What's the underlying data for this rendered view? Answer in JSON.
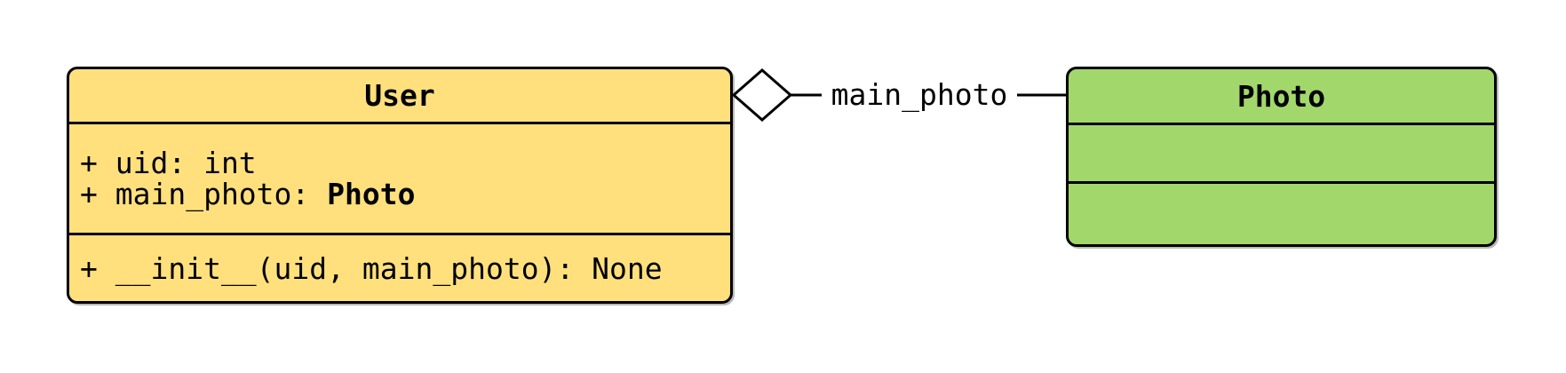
{
  "diagram": {
    "type": "uml-class-diagram",
    "background": "#ffffff",
    "line_color": "#000000",
    "classes": [
      {
        "name": "User",
        "fill": "#FFE07D",
        "attributes": [
          {
            "text": "+ uid: int",
            "bold": ""
          },
          {
            "text": "+ main_photo: ",
            "bold": "Photo"
          }
        ],
        "methods": [
          {
            "text": "+ __init__(uid, main_photo): None",
            "bold": ""
          }
        ]
      },
      {
        "name": "Photo",
        "fill": "#A2D76C",
        "attributes": [],
        "methods": []
      }
    ],
    "relationships": [
      {
        "from": "User",
        "to": "Photo",
        "label": "main_photo",
        "type": "aggregation",
        "marker": "hollow-diamond",
        "marker_fill": "#ffffff"
      }
    ]
  }
}
